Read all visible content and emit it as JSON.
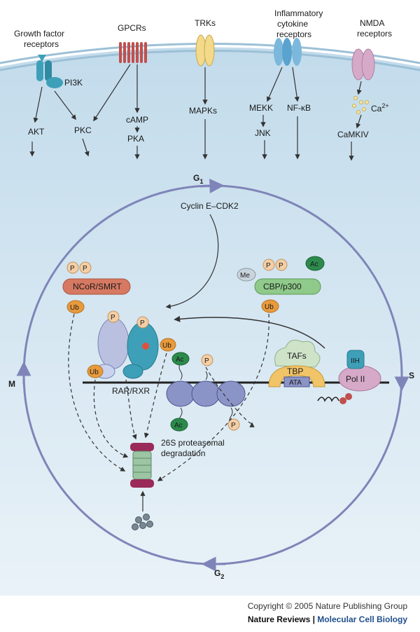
{
  "receptors": {
    "growth_factor": [
      "Growth factor",
      "receptors"
    ],
    "gpcrs": "GPCRs",
    "trks": "TRKs",
    "inflammatory": [
      "Inflammatory",
      "cytokine",
      "receptors"
    ],
    "nmda": [
      "NMDA",
      "receptors"
    ]
  },
  "signals": {
    "pi3k": "PI3K",
    "akt": "AKT",
    "pkc": "PKC",
    "camp": "cAMP",
    "pka": "PKA",
    "mapks": "MAPKs",
    "mekk": "MEKK",
    "jnk": "JNK",
    "nfkb": "NF-κB",
    "ca": "Ca",
    "ca_sup": "2+",
    "camkiv": "CaMKIV"
  },
  "cycle": {
    "g1": "G",
    "g1_sub": "1",
    "g2": "G",
    "g2_sub": "2",
    "s": "S",
    "m": "M",
    "cyclin": "Cyclin E–CDK2"
  },
  "nucleus": {
    "ncor": "NCoR/SMRT",
    "cbp": "CBP/p300",
    "me": "Me",
    "ac": "Ac",
    "p": "P",
    "ub": "Ub",
    "rar_rxr": "RAR/RXR",
    "tafs": "TAFs",
    "tbp": "TBP",
    "ata": "ATA",
    "iih": "IIH",
    "pol2": "Pol II",
    "proteasome": [
      "26S proteasomal",
      "degradation"
    ]
  },
  "footer": {
    "copyright": "Copyright © 2005 Nature Publishing Group",
    "journal": "Nature Reviews",
    "separator": " | ",
    "journal_section": "Molecular Cell Biology"
  },
  "colors": {
    "cytoplasm": "#d3e5f0",
    "cycle_line": "#7f85b8",
    "ncor": "#d77962",
    "cbp": "#8fca8a",
    "phospho": "#f4cfa6",
    "ub": "#e89a3d",
    "ac": "#2c8a4c",
    "tbp": "#f1c468",
    "teal": "#3da0b8"
  }
}
